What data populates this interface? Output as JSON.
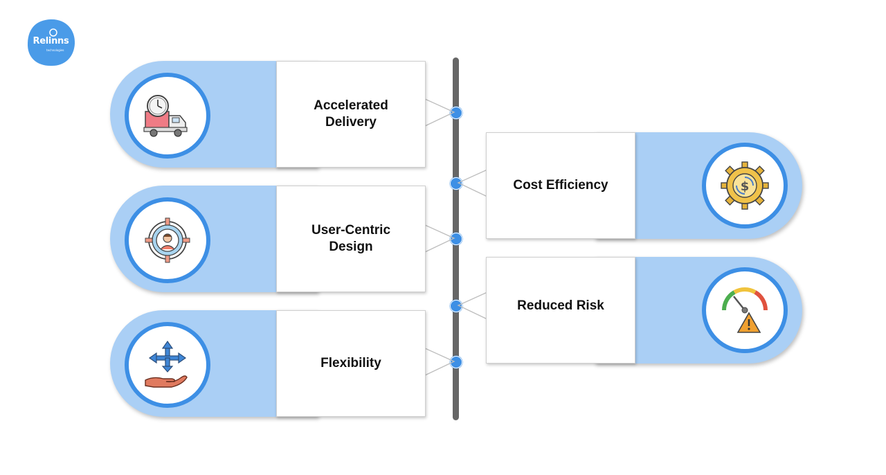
{
  "logo": {
    "name": "Relinns",
    "subtitle": "technologies",
    "color": "#4a9be8"
  },
  "colors": {
    "accent": "#3d8fe5",
    "panel": "#aacff5",
    "timeline": "#666666"
  },
  "items": [
    {
      "label_line1": "Accelerated",
      "label_line2": "Delivery",
      "icon": "delivery-truck-clock-icon",
      "side": "left"
    },
    {
      "label_line1": "Cost Efficiency",
      "label_line2": "",
      "icon": "dollar-gear-icon",
      "side": "right"
    },
    {
      "label_line1": "User-Centric",
      "label_line2": "Design",
      "icon": "user-target-icon",
      "side": "left"
    },
    {
      "label_line1": "Reduced Risk",
      "label_line2": "",
      "icon": "risk-gauge-warning-icon",
      "side": "right"
    },
    {
      "label_line1": "Flexibility",
      "label_line2": "",
      "icon": "hand-arrows-icon",
      "side": "left"
    }
  ]
}
